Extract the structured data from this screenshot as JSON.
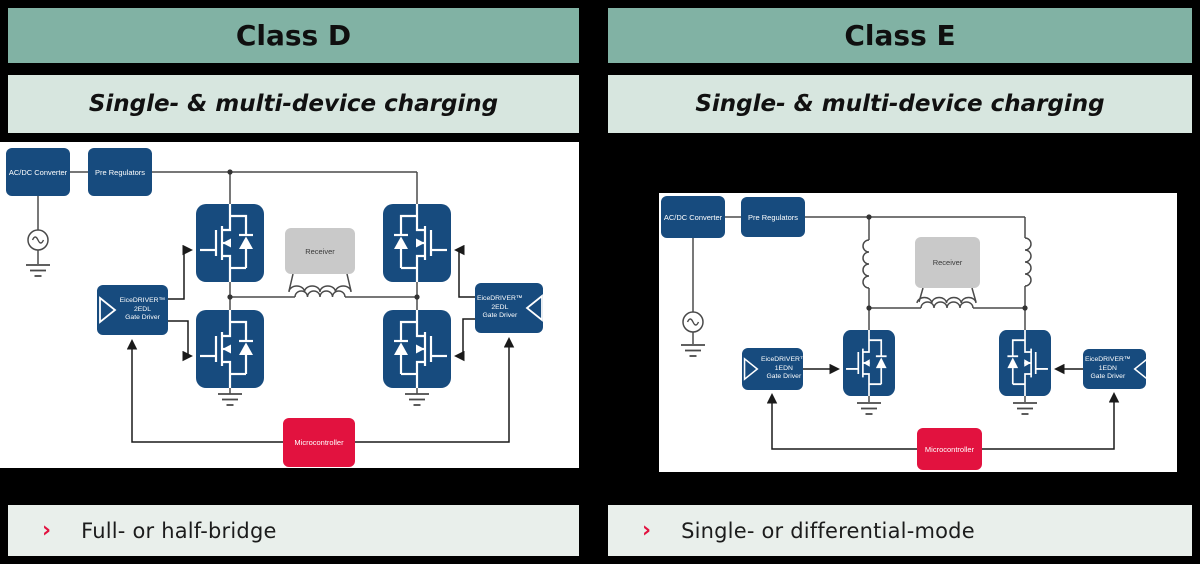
{
  "colors": {
    "header_bg": "#81b2a4",
    "subtitle_bg": "#d7e6df",
    "footer_bg": "#e9efeb",
    "block_blue": "#174b7e",
    "accent_red": "#e2123f",
    "receiver_gray": "#c9c9c9",
    "wire_gray": "#4a4a4a"
  },
  "panels": [
    {
      "title": "Class D",
      "subtitle": "Single- & multi-device charging",
      "footer_bullet": "›",
      "footer_text": "Full- or half-bridge",
      "diagram": {
        "acdc_label": "AC/DC Converter",
        "prereg_label": "Pre Regulators",
        "receiver_label": "Receiver",
        "micro_label": "Microcontroller",
        "driver": {
          "brand": "EiceDRIVER™",
          "part": "2EDL",
          "role": "Gate Driver"
        }
      }
    },
    {
      "title": "Class E",
      "subtitle": "Single- & multi-device charging",
      "footer_bullet": "›",
      "footer_text": "Single- or differential-mode",
      "diagram": {
        "acdc_label": "AC/DC Converter",
        "prereg_label": "Pre Regulators",
        "receiver_label": "Receiver",
        "micro_label": "Microcontroller",
        "driver": {
          "brand": "EiceDRIVER™",
          "part": "1EDN",
          "role": "Gate Driver"
        }
      }
    }
  ]
}
